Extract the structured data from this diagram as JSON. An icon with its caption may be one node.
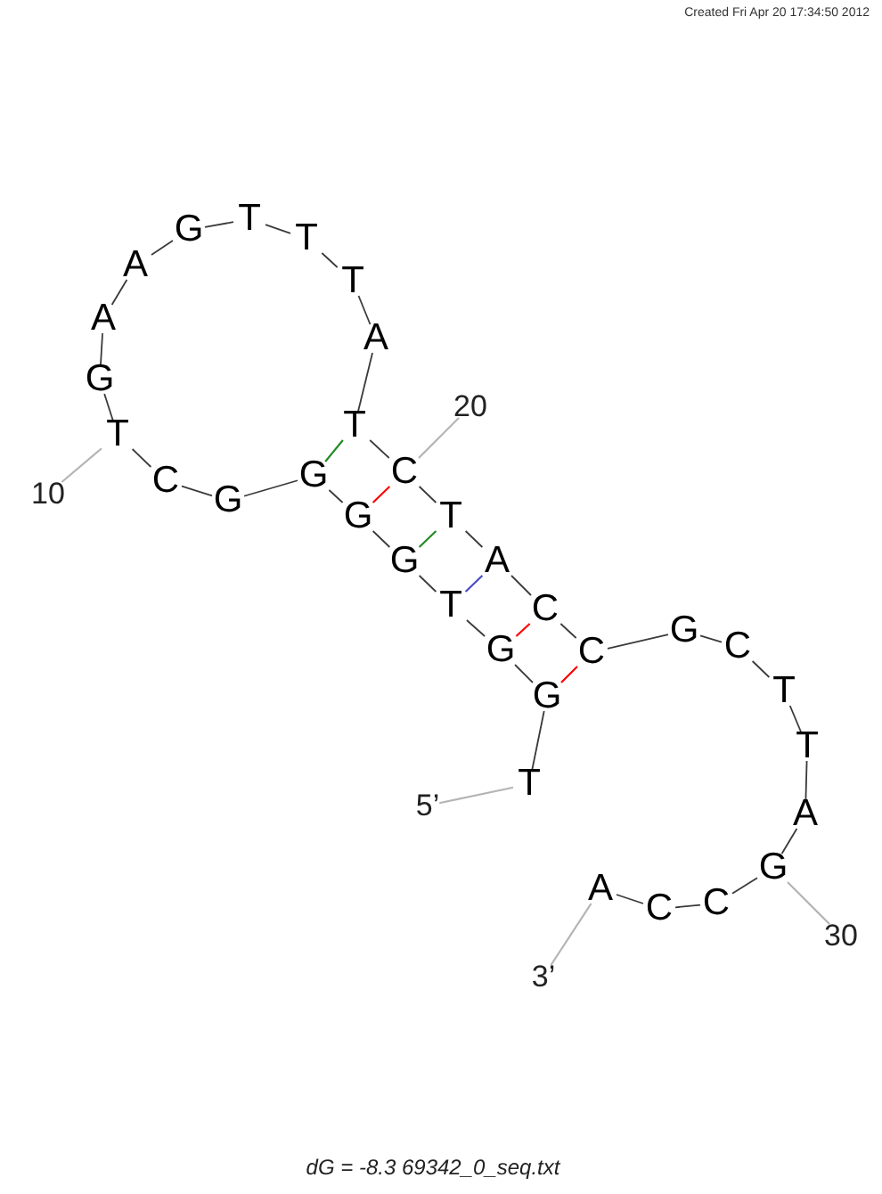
{
  "diagram": {
    "caption": "dG = -8.3 69342_0_seq.txt",
    "nodes": [
      {
        "text": [
          "T"
        ]
      },
      {
        "text": [
          "G"
        ]
      },
      {
        "text": [
          "G"
        ]
      },
      {
        "text": [
          "T"
        ]
      },
      {
        "text": [
          "G"
        ]
      },
      {
        "text": [
          "G"
        ]
      },
      {
        "text": [
          "G"
        ]
      },
      {
        "text": [
          "G"
        ]
      },
      {
        "text": [
          "C"
        ]
      },
      {
        "text": [
          "T"
        ]
      },
      {
        "text": [
          "G"
        ]
      },
      {
        "text": [
          "A"
        ]
      },
      {
        "text": [
          "A"
        ]
      },
      {
        "text": [
          "G"
        ]
      },
      {
        "text": [
          "T"
        ]
      },
      {
        "text": [
          "T"
        ]
      },
      {
        "text": [
          "T"
        ]
      },
      {
        "text": [
          "A"
        ]
      },
      {
        "text": [
          "T"
        ]
      },
      {
        "text": [
          "C"
        ]
      },
      {
        "text": [
          "T"
        ]
      },
      {
        "text": [
          "A"
        ]
      },
      {
        "text": [
          "C"
        ]
      },
      {
        "text": [
          "C"
        ]
      },
      {
        "text": [
          "G"
        ]
      },
      {
        "text": [
          "C"
        ]
      },
      {
        "text": [
          "T"
        ]
      },
      {
        "text": [
          "T"
        ]
      },
      {
        "text": [
          "A"
        ]
      },
      {
        "text": [
          "G"
        ]
      },
      {
        "text": [
          "C"
        ]
      },
      {
        "text": [
          "C"
        ]
      },
      {
        "text": [
          "A"
        ]
      },
      {
        "text": [
          "10"
        ]
      },
      {
        "text": [
          "20"
        ]
      },
      {
        "text": [
          "5’"
        ]
      },
      {
        "text": [
          "30"
        ]
      },
      {
        "text": [
          "3’"
        ]
      }
    ],
    "edges": [
      {
        "from": 0,
        "to": 1,
        "arrow": "none"
      },
      {
        "from": 1,
        "to": 2,
        "arrow": "none"
      },
      {
        "from": 2,
        "to": 3,
        "arrow": "none"
      },
      {
        "from": 3,
        "to": 4,
        "arrow": "none"
      },
      {
        "from": 4,
        "to": 5,
        "arrow": "none"
      },
      {
        "from": 5,
        "to": 6,
        "arrow": "none"
      },
      {
        "from": 6,
        "to": 7,
        "arrow": "none"
      },
      {
        "from": 7,
        "to": 8,
        "arrow": "none"
      },
      {
        "from": 8,
        "to": 9,
        "arrow": "none"
      },
      {
        "from": 9,
        "to": 10,
        "arrow": "none"
      },
      {
        "from": 10,
        "to": 11,
        "arrow": "none"
      },
      {
        "from": 11,
        "to": 12,
        "arrow": "none"
      },
      {
        "from": 12,
        "to": 13,
        "arrow": "none"
      },
      {
        "from": 13,
        "to": 14,
        "arrow": "none"
      },
      {
        "from": 14,
        "to": 15,
        "arrow": "none"
      },
      {
        "from": 15,
        "to": 16,
        "arrow": "none"
      },
      {
        "from": 16,
        "to": 17,
        "arrow": "none"
      },
      {
        "from": 17,
        "to": 18,
        "arrow": "none"
      },
      {
        "from": 18,
        "to": 19,
        "arrow": "none"
      },
      {
        "from": 19,
        "to": 20,
        "arrow": "none"
      },
      {
        "from": 20,
        "to": 21,
        "arrow": "none"
      },
      {
        "from": 21,
        "to": 22,
        "arrow": "none"
      },
      {
        "from": 22,
        "to": 23,
        "arrow": "none"
      },
      {
        "from": 23,
        "to": 24,
        "arrow": "none"
      },
      {
        "from": 24,
        "to": 25,
        "arrow": "none"
      },
      {
        "from": 25,
        "to": 26,
        "arrow": "none"
      },
      {
        "from": 26,
        "to": 27,
        "arrow": "none"
      },
      {
        "from": 27,
        "to": 28,
        "arrow": "none"
      },
      {
        "from": 28,
        "to": 29,
        "arrow": "none"
      },
      {
        "from": 29,
        "to": 30,
        "arrow": "none"
      },
      {
        "from": 30,
        "to": 31,
        "arrow": "none"
      },
      {
        "from": 31,
        "to": 32,
        "arrow": "none"
      },
      {
        "from": 18,
        "to": 6,
        "arrow": "none",
        "color": "#228b22"
      },
      {
        "from": 19,
        "to": 5,
        "arrow": "none",
        "color": "#ff0000"
      },
      {
        "from": 20,
        "to": 4,
        "arrow": "none",
        "color": "#228b22"
      },
      {
        "from": 21,
        "to": 3,
        "arrow": "none",
        "color": "#4b4bc8"
      },
      {
        "from": 22,
        "to": 2,
        "arrow": "none",
        "color": "#ff0000"
      },
      {
        "from": 23,
        "to": 1,
        "arrow": "none",
        "color": "#ff0000"
      },
      {
        "from": 33,
        "to": 9,
        "arrow": "none",
        "color": "#b4b4b4"
      },
      {
        "from": 34,
        "to": 19,
        "arrow": "none",
        "color": "#b4b4b4"
      },
      {
        "from": 35,
        "to": 0,
        "arrow": "none",
        "color": "#b4b4b4"
      },
      {
        "from": 36,
        "to": 29,
        "arrow": "none",
        "color": "#b4b4b4"
      },
      {
        "from": 37,
        "to": 32,
        "arrow": "none",
        "color": "#b4b4b4"
      }
    ],
    "labels": [
      "Created Fri Apr 20 17:34:50 2012"
    ]
  }
}
